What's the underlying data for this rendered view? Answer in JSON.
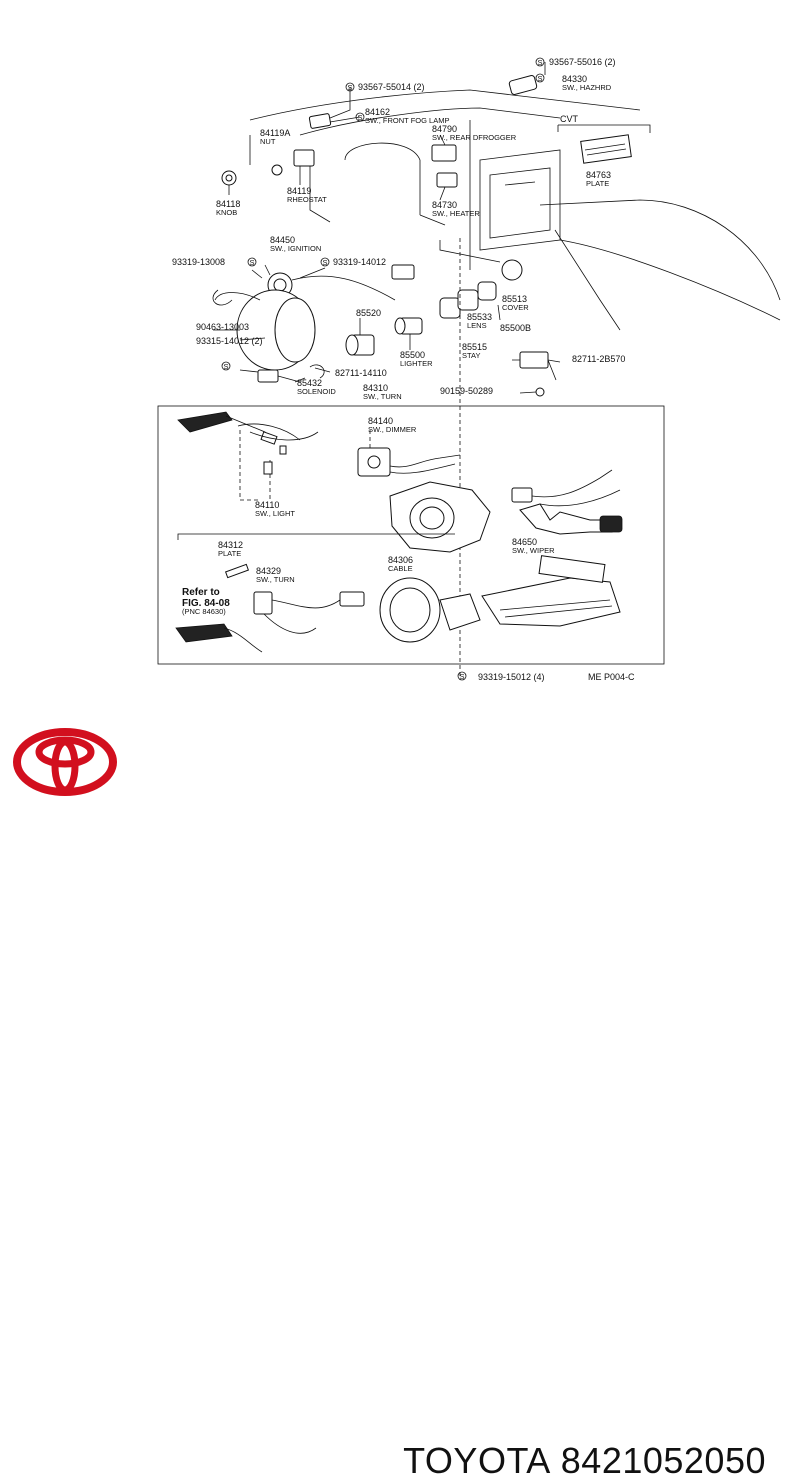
{
  "brand": {
    "logo_color": "#d20f1e",
    "name": "TOYOTA",
    "part_number": "8421052050"
  },
  "diagram": {
    "ref_code": "ME P004-C",
    "cvt": "CVT",
    "labels": {
      "p93567_55016": "93567-55016 (2)",
      "p84330": "84330",
      "p84330_d": "SW., HAZHRD",
      "p93567_55014": "93567-55014 (2)",
      "p84162": "84162",
      "p84162_d": "SW., FRONT FOG LAMP",
      "p84790": "84790",
      "p84790_d": "SW., REAR DFROGGER",
      "p84119a": "84119A",
      "p84119a_d": "NUT",
      "p84119": "84119",
      "p84119_d": "RHEOSTAT",
      "p84118": "84118",
      "p84118_d": "KNOB",
      "p84730": "84730",
      "p84730_d": "SW., HEATER",
      "p84763": "84763",
      "p84763_d": "PLATE",
      "p84450": "84450",
      "p84450_d": "SW., IGNITION",
      "p93319_13008": "93319-13008",
      "p93319_14012": "93319-14012",
      "p90463_13003": "90463-13003",
      "p93315_14012": "93315-14012 (2)",
      "p85520": "85520",
      "p85500": "85500",
      "p85500_d": "LIGHTER",
      "p85513": "85513",
      "p85513_d": "COVER",
      "p85533": "85533",
      "p85533_d": "LENS",
      "p85500b": "85500B",
      "p85515": "85515",
      "p85515_d": "STAY",
      "p82711_2b570": "82711-2B570",
      "p82711_14110": "82711-14110",
      "p85432": "85432",
      "p85432_d": "SOLENOID",
      "p84310": "84310",
      "p84310_d": "SW., TURN",
      "p90159_50289": "90159-50289",
      "p84140": "84140",
      "p84140_d": "SW., DIMMER",
      "p84110": "84110",
      "p84110_d": "SW., LIGHT",
      "p84650": "84650",
      "p84650_d": "SW., WIPER",
      "p84312": "84312",
      "p84312_d": "PLATE",
      "p84329": "84329",
      "p84329_d": "SW., TURN",
      "p84306": "84306",
      "p84306_d": "CABLE",
      "refer1": "Refer to",
      "refer2": "FIG. 84-08",
      "refer3": "(PNC 84630)",
      "p93319_15012": "93319-15012 (4)"
    }
  }
}
